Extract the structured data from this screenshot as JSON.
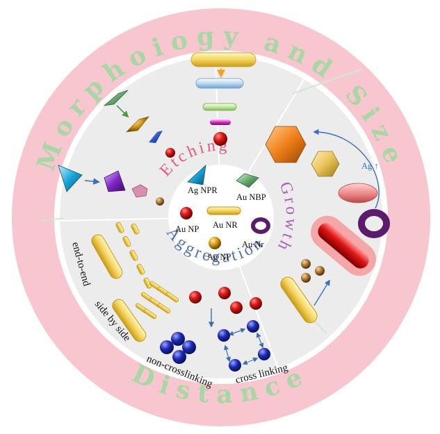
{
  "outer_ring": {
    "top_text": "Morphoiogy and Size",
    "bottom_text": "Distance"
  },
  "sections": {
    "etching": "Etching",
    "growth": "Growth",
    "aggregation": "Aggregation"
  },
  "center_labels": {
    "ag_npr": "Ag NPR",
    "au_nbp": "Au NBP",
    "au_np": "Au NP",
    "au_nr": "Au NR",
    "au_nring": "Au Nr",
    "ag_np": "Ag NP"
  },
  "growth_label": "Ag ↑",
  "aggregation_labels": {
    "end_to_end": "end-to-end",
    "side_by_side": "side by side",
    "non_crosslinking": "non-crosslinking",
    "cross_linking": "cross linking"
  },
  "colors": {
    "ring": "#f7c6cf",
    "ring_text": "#a7d7a2",
    "inner_disk": "#ececec",
    "etching": "#e8567a",
    "growth": "#b25dbd",
    "aggregation": "#4f73b5",
    "arrow": "#3b6fb5"
  }
}
